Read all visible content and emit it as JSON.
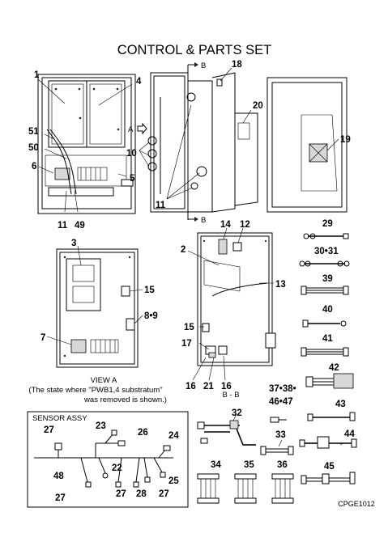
{
  "title": "CONTROL & PARTS SET",
  "code": "CPGE1012",
  "view_a": {
    "line1": "VIEW A",
    "line2": "(The state where \"PWB1,4 substratum\"",
    "line3": "was removed is shown.)"
  },
  "section_b": "B - B",
  "sensor_assy": "SENSOR ASSY",
  "arrow_marks": {
    "b_top": "B",
    "b_bottom": "B",
    "a": "A"
  },
  "callouts": {
    "c1": "1",
    "c2": "2",
    "c3": "3",
    "c4": "4",
    "c5": "5",
    "c6": "6",
    "c7": "7",
    "c8_9": "8•9",
    "c10": "10",
    "c11a": "11",
    "c11b": "11",
    "c12": "12",
    "c13": "13",
    "c14": "14",
    "c15a": "15",
    "c15b": "15",
    "c16a": "16",
    "c16b": "16",
    "c17": "17",
    "c18": "18",
    "c19": "19",
    "c20": "20",
    "c21": "21",
    "c22": "22",
    "c23": "23",
    "c24": "24",
    "c25": "25",
    "c26": "26",
    "c27a": "27",
    "c27b": "27",
    "c27c": "27",
    "c27d": "27",
    "c28": "28",
    "c29": "29",
    "c30_31": "30•31",
    "c32": "32",
    "c33": "33",
    "c34": "34",
    "c35": "35",
    "c36": "36",
    "c37_38": "37•38•",
    "c39": "39",
    "c40": "40",
    "c41": "41",
    "c42": "42",
    "c43": "43",
    "c44": "44",
    "c45": "45",
    "c46_47": "46•47",
    "c48": "48",
    "c49": "49",
    "c50": "50",
    "c51": "51"
  }
}
